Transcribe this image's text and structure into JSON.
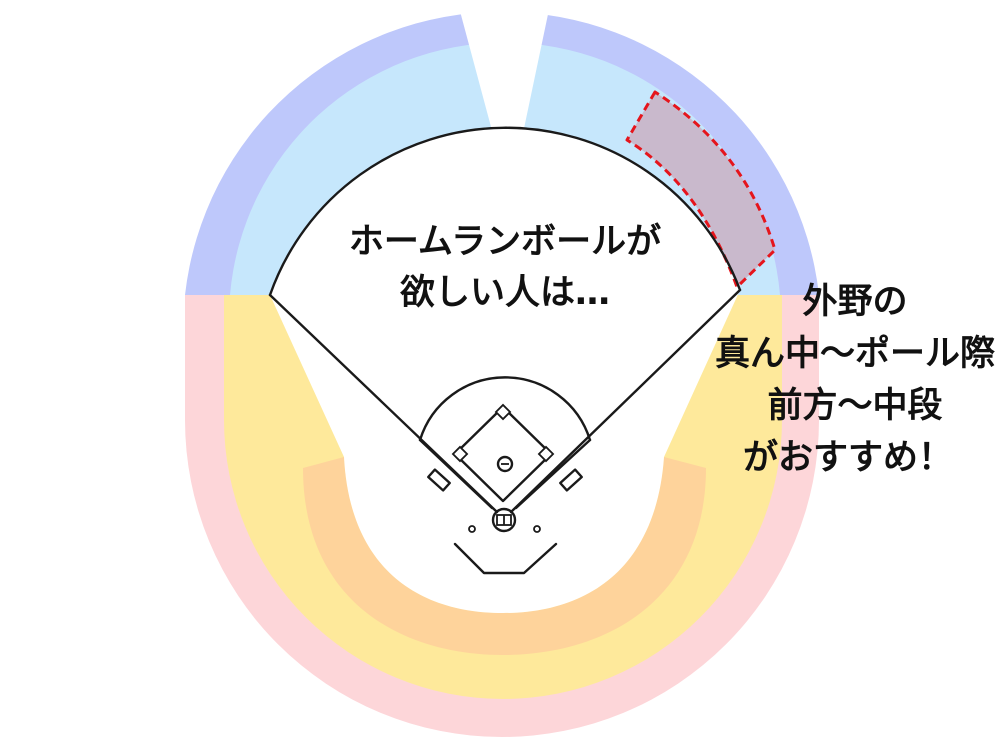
{
  "diagram": {
    "center_caption": {
      "line1": "ホームランボールが",
      "line2": "欲しい人は…"
    },
    "recommendation": {
      "line1": "外野の",
      "line2": "真ん中〜ポール際",
      "line3": "前方〜中段",
      "line4": "がおすすめ！"
    }
  },
  "colors": {
    "outfield_stand_outer": "#bec8fb",
    "outfield_stand_inner": "#c6e7fc",
    "infield_stand_outer": "#fdd6d9",
    "infield_stand_middle": "#fee99b",
    "infield_stand_band": "#fed39b",
    "highlight_fill": "#c9b9cc",
    "highlight_stroke": "#e5151c",
    "line": "#1a1a1a",
    "text": "#111111"
  }
}
